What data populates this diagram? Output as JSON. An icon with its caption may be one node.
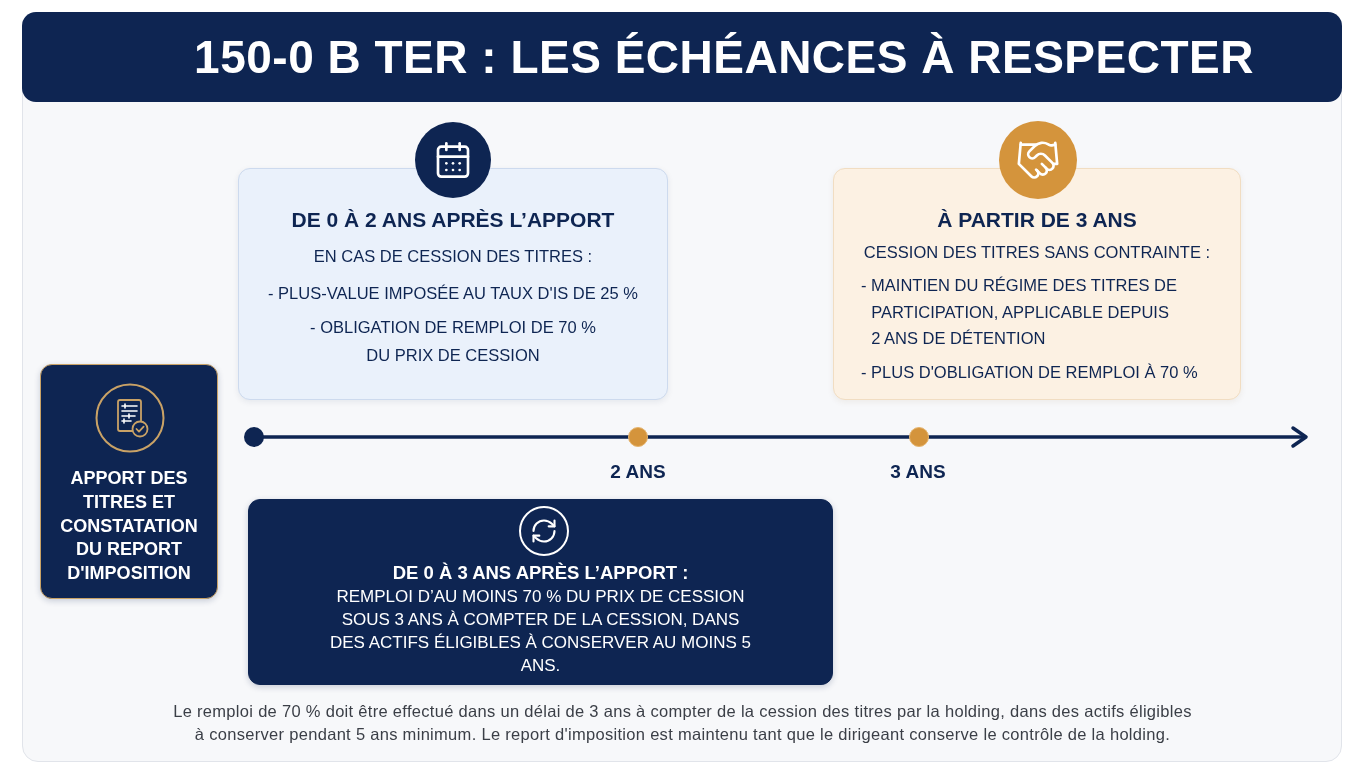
{
  "diagram": {
    "title": "150-0 B TER : LES ÉCHÉANCES À RESPECTER",
    "caption": "Le remploi de 70 % doit être effectué dans un délai de 3 ans à compter de la cession des titres par la holding, dans des actifs éligibles à conserver pendant 5 ans minimum. Le report d'imposition est maintenu tant que le dirigeant conserve le contrôle de la holding.",
    "nodes": [
      {
        "text": [
          "APPORT DES TITRES ET CONSTATATION DU REPORT D'IMPOSITION"
        ]
      },
      {
        "text": [
          "DE 0 À 2 ANS APRÈS L’APPORT",
          "EN CAS DE CESSION DES TITRES :",
          "- PLUS-VALUE IMPOSÉE AU TAUX D'IS DE 25 %",
          "- OBLIGATION DE REMPLOI DE 70 % DU PRIX DE CESSION"
        ]
      },
      {
        "text": [
          "À PARTIR DE 3 ANS",
          "CESSION DES TITRES SANS CONTRAINTE :",
          "- MAINTIEN DU RÉGIME DES TITRES DE PARTICIPATION, APPLICABLE DEPUIS 2 ANS DE DÉTENTION",
          "- PLUS D'OBLIGATION DE REMPLOI À 70 %"
        ]
      },
      {
        "text": [
          "DE 0 À 3 ANS APRÈS L’APPORT :",
          "REMPLOI D’AU MOINS 70 % DU PRIX DE CESSION SOUS 3 ANS À COMPTER DE LA CESSION, DANS DES ACTIFS ÉLIGIBLES À CONSERVER AU MOINS 5 ANS."
        ]
      }
    ],
    "labels": [
      "2 ANS",
      "3 ANS"
    ]
  }
}
